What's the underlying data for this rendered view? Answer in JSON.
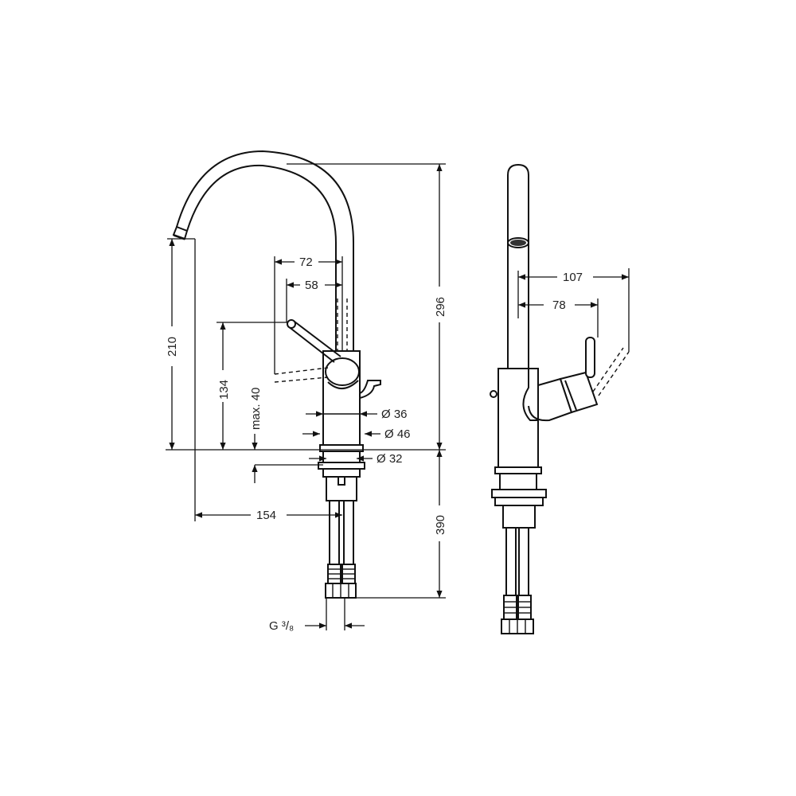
{
  "drawing": {
    "front_view": {
      "dimensions": {
        "spout_reach": "72",
        "handle_offset": "58",
        "spout_height": "210",
        "handle_height": "134",
        "max_deck_thickness": "max. 40",
        "body_diameter_small": "Ø 36",
        "body_diameter_large": "Ø 46",
        "hole_diameter": "Ø 32",
        "total_height": "296",
        "spout_projection": "154",
        "hose_length": "390",
        "connection_thread": "G ³/₈"
      }
    },
    "side_view": {
      "dimensions": {
        "lever_reach_open": "107",
        "lever_reach": "78"
      }
    }
  }
}
